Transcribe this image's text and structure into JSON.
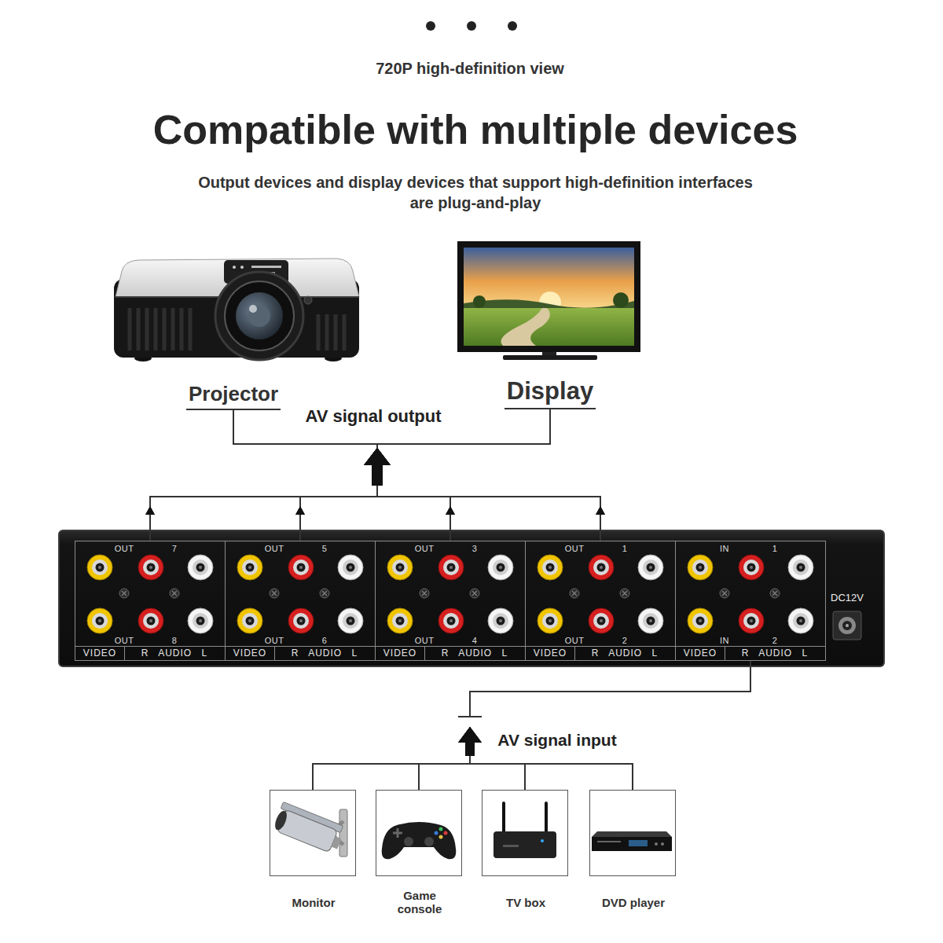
{
  "diagram": {
    "title": "Compatible with multiple devices",
    "nodes": [
      {
        "text": [
          "Projector"
        ]
      },
      {
        "text": [
          "Display"
        ]
      },
      {
        "text": [
          "DC12V"
        ]
      },
      {
        "text": [
          "OUT",
          "7",
          "OUT",
          "8",
          "VIDEO",
          "R AUDIO L"
        ],
        "in": 2
      },
      {
        "text": [
          "OUT",
          "5",
          "OUT",
          "6",
          "VIDEO",
          "R AUDIO L"
        ],
        "in": 2
      },
      {
        "text": [
          "OUT",
          "3",
          "OUT",
          "4",
          "VIDEO",
          "R AUDIO L"
        ],
        "in": 2
      },
      {
        "text": [
          "OUT",
          "1",
          "OUT",
          "2",
          "VIDEO",
          "R AUDIO L"
        ],
        "in": 2
      },
      {
        "text": [
          "IN",
          "1",
          "IN",
          "2",
          "VIDEO",
          "R AUDIO L"
        ],
        "in": 2
      },
      {
        "text": [
          "Monitor"
        ]
      },
      {
        "text": [
          "Game console"
        ]
      },
      {
        "text": [
          "TV box"
        ]
      },
      {
        "text": [
          "DVD player"
        ]
      }
    ],
    "edges": [
      {
        "from": 3,
        "to": 0,
        "arrow": "to",
        "label": "AV signal output"
      },
      {
        "from": 3,
        "to": 1,
        "arrow": "to"
      },
      {
        "from": 4,
        "to": 0,
        "arrow": "to"
      },
      {
        "from": 4,
        "to": 1,
        "arrow": "to"
      },
      {
        "from": 5,
        "to": 0,
        "arrow": "to"
      },
      {
        "from": 5,
        "to": 1,
        "arrow": "to"
      },
      {
        "from": 6,
        "to": 0,
        "arrow": "to"
      },
      {
        "from": 6,
        "to": 1,
        "arrow": "to"
      },
      {
        "from": 8,
        "to": 7,
        "arrow": "to",
        "label": "AV signal input"
      },
      {
        "from": 9,
        "to": 7,
        "arrow": "to"
      },
      {
        "from": 10,
        "to": 7,
        "arrow": "to"
      },
      {
        "from": 11,
        "to": 7,
        "arrow": "to"
      }
    ],
    "labels": [
      "720P high-definition view",
      "Output devices and display devices that support high-definition interfaces are plug-and-play"
    ]
  }
}
